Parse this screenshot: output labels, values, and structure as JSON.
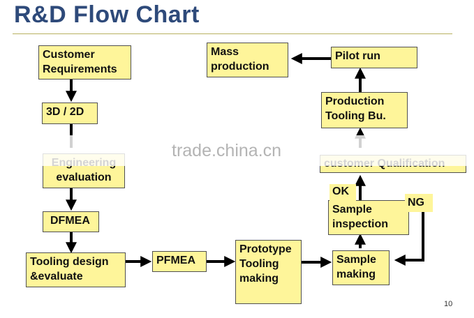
{
  "title": "R&D Flow Chart",
  "boxes": {
    "customer_requirements": "Customer\nRequirements",
    "drawing_3d_2d": "3D / 2D",
    "engineering_evaluation": "Engineering\nevaluation",
    "dfmea": "DFMEA",
    "tooling_design": "Tooling design\n&evaluate",
    "pfmea": "PFMEA",
    "prototype_tooling": "Prototype\nTooling\nmaking",
    "sample_making": "Sample\nmaking",
    "sample_inspection": "Sample\ninspection",
    "customer_qualification": "customer Qualification",
    "production_tooling": "Production\nTooling Bu.",
    "pilot_run": "Pilot run",
    "mass_production": "Mass\nproduction"
  },
  "labels": {
    "ok": "OK",
    "ng": "NG"
  },
  "watermark": "trade.china.cn",
  "page_number": "10",
  "colors": {
    "title": "#2e4a7a",
    "box_fill": "#fef59a",
    "box_border": "#505050",
    "arrow": "#000000",
    "rule": "#b8b060"
  }
}
